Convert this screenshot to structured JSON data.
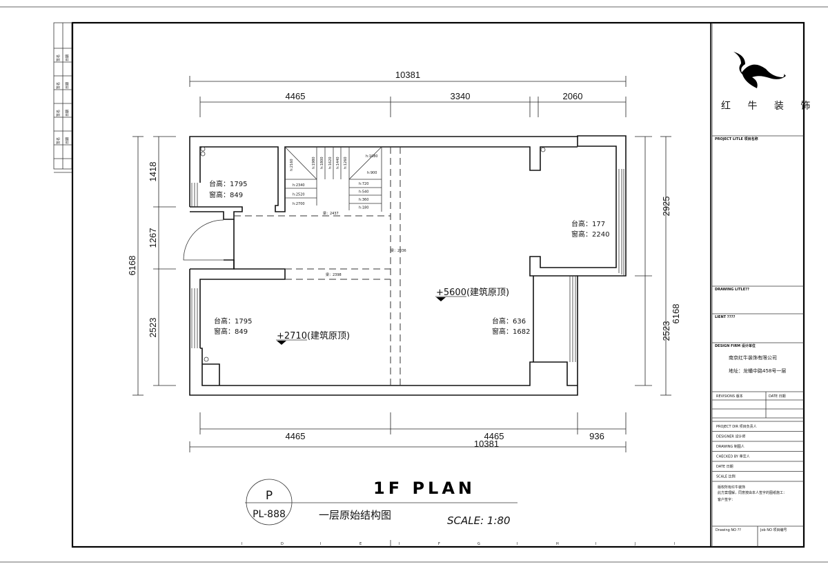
{
  "drawing": {
    "title_en": "1F PLAN",
    "title_cn": "一层原始结构图",
    "scale": "SCALE:  1:80",
    "symbol_top": "P",
    "symbol_bottom": "PL-888"
  },
  "dimensions": {
    "top_overall": "10381",
    "top_segments": [
      "4465",
      "3340",
      "2060"
    ],
    "bottom_segments": [
      "4465",
      "4465",
      "936"
    ],
    "bottom_overall": "10381",
    "left_overall": "6168",
    "left_segments": [
      "1418",
      "1267",
      "2523"
    ],
    "right_segments": [
      "2925",
      "2523"
    ],
    "right_overall": "6168"
  },
  "rooms": {
    "window_topleft": [
      "台高：1795",
      "窗高：849"
    ],
    "window_bottomleft": [
      "台高：1795",
      "窗高：849"
    ],
    "window_bay": [
      "台高：177",
      "窗高：2240"
    ],
    "window_right": [
      "台高：636",
      "窗高：1682"
    ],
    "level_left": "+2710(建筑原顶)",
    "level_right": "+5600(建筑原顶)",
    "beams": [
      "梁：2437",
      "梁：2398",
      "梁：2036"
    ]
  },
  "stairs": {
    "vertical": [
      "h:2160",
      "h:1980",
      "h:1800",
      "h:1620",
      "h:1440",
      "h:1260"
    ],
    "left_treads": [
      "h:2340",
      "h:2520",
      "h:2700"
    ],
    "right_top": [
      "h:1080",
      "h:900"
    ],
    "right_treads": [
      "h:720",
      "h:540",
      "h:360",
      "h:180"
    ]
  },
  "title_block": {
    "logo_text": "红 牛 装 饰",
    "project_title": "PROJECT LITLE 项目名称",
    "drawing_title": "DRAWING LITLE??",
    "client": "LIENT ????",
    "design_firm": "DESIGN FIRM 设计单位",
    "company": "南京红牛装饰有限公司",
    "address": "地址：龙蟠中路458号一层",
    "revisions": "REVISIONS 版本",
    "date_col": "DATE 日期",
    "rows": [
      "PROJECT DIR  项目负责人",
      "DESIGNER  设计师",
      "DRAWING  制图人",
      "CHECKED BY  审定人",
      "DATE  日期",
      "SCALE  比例"
    ],
    "notes": [
      "版权所有红牛装饰",
      "此方案理解，同意按由本人签字的图纸施工：",
      "客户签字："
    ],
    "drawing_no": "Drawing NO ??",
    "job_no": "Job NO 项目编号"
  },
  "left_strip": [
    "签名",
    "日期",
    "签名",
    "日期",
    "签名",
    "日期",
    "签名",
    "日期"
  ],
  "grid_labels": [
    "I",
    "D",
    "I",
    "E",
    "I",
    "F",
    "G",
    "I",
    "H",
    "I",
    "J",
    "I"
  ]
}
